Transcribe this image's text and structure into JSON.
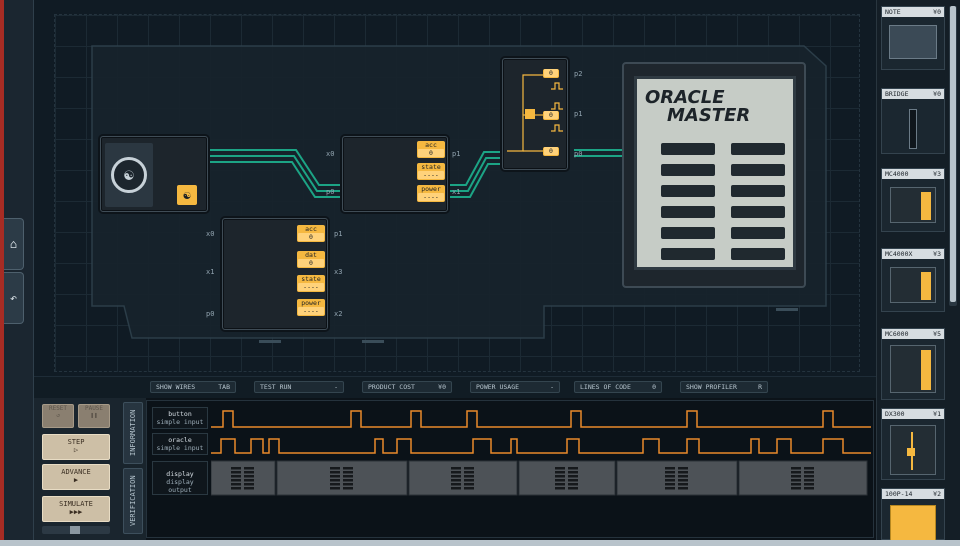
{
  "side_buttons": [
    {
      "icon": "home-icon",
      "glyph": "⌂"
    },
    {
      "icon": "undo-icon",
      "glyph": "↶"
    }
  ],
  "oracle_logo": {
    "line1": "ORACLE",
    "line2": "MASTER"
  },
  "chips": {
    "top": {
      "pins_left": [
        "x0",
        "p0"
      ],
      "pins_right": [
        "p1",
        "x1"
      ],
      "regs": [
        [
          "acc",
          "0"
        ],
        [
          "state",
          "----"
        ],
        [
          "power",
          "----"
        ]
      ]
    },
    "bottom": {
      "pins_left": [
        "x0",
        "x1",
        "p0"
      ],
      "pins_right": [
        "p1",
        "x3",
        "x2"
      ],
      "regs": [
        [
          "acc",
          "0"
        ],
        [
          "dat",
          "0"
        ],
        [
          "state",
          "----"
        ],
        [
          "power",
          "----"
        ]
      ]
    },
    "dx": {
      "pins": [
        "p2",
        "p1",
        "p0"
      ],
      "vals": [
        "0",
        "0",
        "0"
      ]
    }
  },
  "toolbar": [
    {
      "label": "SHOW WIRES",
      "value": "TAB"
    },
    {
      "label": "TEST RUN",
      "value": "-"
    },
    {
      "label": "PRODUCT COST",
      "value": "¥0"
    },
    {
      "label": "POWER USAGE",
      "value": "-"
    },
    {
      "label": "LINES OF CODE",
      "value": "0"
    },
    {
      "label": "SHOW PROFILER",
      "value": "R"
    }
  ],
  "controls": {
    "reset": "RESET",
    "pause": "PAUSE",
    "step": "STEP",
    "advance": "ADVANCE",
    "simulate": "SIMULATE"
  },
  "tabs": [
    "INFORMATION",
    "VERIFICATION"
  ],
  "waves": [
    {
      "name": "button",
      "type": "simple input"
    },
    {
      "name": "oracle",
      "type": "simple input"
    },
    {
      "name": "display",
      "type": "display output"
    }
  ],
  "parts": [
    {
      "name": "NOTE",
      "cost": "¥0"
    },
    {
      "name": "BRIDGE",
      "cost": "¥0"
    },
    {
      "name": "MC4000",
      "cost": "¥3"
    },
    {
      "name": "MC4000X",
      "cost": "¥3"
    },
    {
      "name": "MC6000",
      "cost": "¥5"
    },
    {
      "name": "DX300",
      "cost": "¥1"
    },
    {
      "name": "100P-14",
      "cost": "¥2"
    }
  ],
  "colors": {
    "accent": "#f5b840",
    "wire": "#1db38f",
    "signal": "#e98a2a"
  }
}
